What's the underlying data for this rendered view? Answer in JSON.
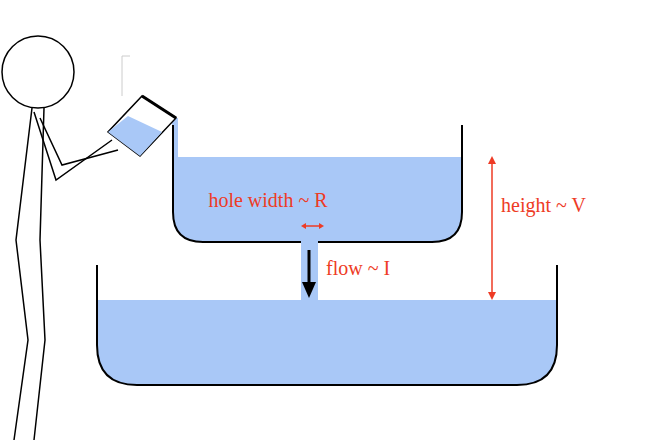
{
  "diagram": {
    "labels": [
      "hole width ~ R",
      "flow ~ I",
      "height ~ V"
    ]
  }
}
